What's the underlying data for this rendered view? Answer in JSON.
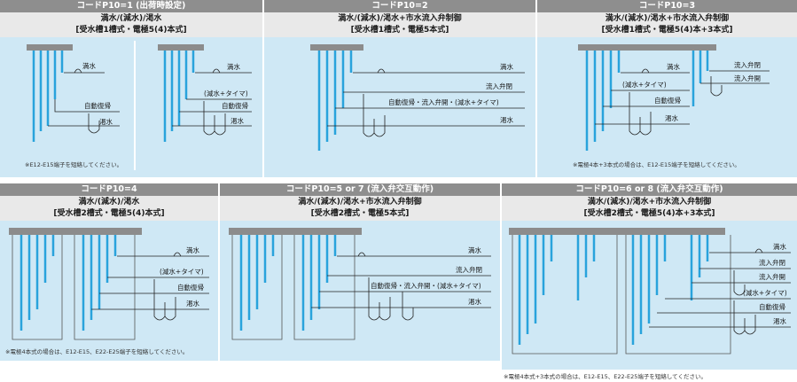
{
  "panel_1": {
    "header": "コードP10=1 (出荷時設定)",
    "subtitle_1": "満水/(減水)/渇水",
    "subtitle_2": "[受水槽1槽式・電極5(4)本式]",
    "labels": [
      "満水",
      "自動復帰",
      "渇水",
      "満水",
      "(減水+タイマ)",
      "自動復帰",
      "渇水"
    ],
    "note": "※E12-E15端子を短絡してください。"
  },
  "panel_2": {
    "header": "コードP10=2",
    "subtitle_1": "満水/(減水)/渇水+市水流入弁制御",
    "subtitle_2": "[受水槽1槽式・電極5本式]",
    "labels": [
      "満水",
      "流入弁閉",
      "自動復帰・流入弁開・(減水+タイマ)",
      "渇水"
    ]
  },
  "panel_3": {
    "header": "コードP10=3",
    "subtitle_1": "満水/(減水)/渇水+市水流入弁制御",
    "subtitle_2": "[受水槽1槽式・電極5(4)本+3本式]",
    "labels": [
      "満水",
      "(減水+タイマ)",
      "自動復帰",
      "渇水",
      "流入弁閉",
      "流入弁開"
    ],
    "note": "※電極4本+3本式の場合は、E12-E15端子を短絡してください。"
  },
  "panel_4": {
    "header": "コードP10=4",
    "subtitle_1": "満水/(減水)/渇水",
    "subtitle_2": "[受水槽2槽式・電極5(4)本式]",
    "labels": [
      "満水",
      "(減水+タイマ)",
      "自動復帰",
      "渇水"
    ],
    "note": "※電極4本式の場合は、E12-E15、E22-E25端子を短絡してください。"
  },
  "panel_5": {
    "header": "コードP10=5 or 7 (流入弁交互動作)",
    "subtitle_1": "満水/(減水)/渇水+市水流入弁制御",
    "subtitle_2": "[受水槽2槽式・電極5本式]",
    "labels": [
      "満水",
      "流入弁閉",
      "自動復帰・流入弁開・(減水+タイマ)",
      "渇水"
    ]
  },
  "panel_6": {
    "header": "コードP10=6 or 8 (流入弁交互動作)",
    "subtitle_1": "満水/(減水)/渇水+市水流入弁制御",
    "subtitle_2": "[受水槽2槽式・電極5(4)本+3本式]",
    "labels": [
      "満水",
      "流入弁閉",
      "流入弁開",
      "(減水+タイマ)",
      "自動復帰",
      "渇水"
    ],
    "note": "※電極4本式+3本式の場合は、E12-E15、E22-E25端子を短絡してください。"
  },
  "colors": {
    "header": "#8e8e8e",
    "subheader": "#e9e9e9",
    "water": "#cfe8f5",
    "electrode": "#29a3dc",
    "lid": "#8c8c8c"
  }
}
